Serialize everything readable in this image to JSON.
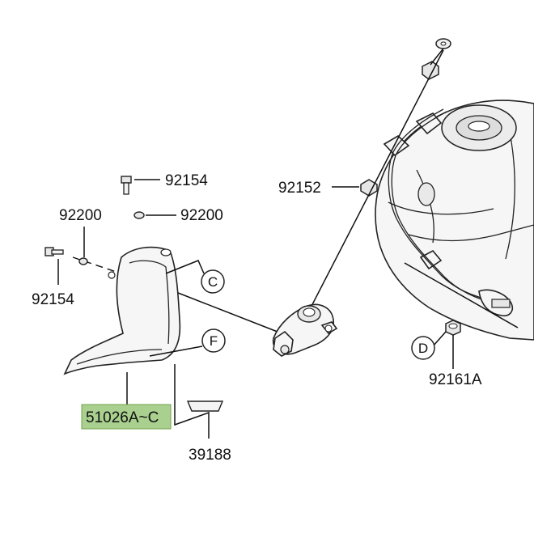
{
  "labels": {
    "p92154_top": "92154",
    "p92200_right": "92200",
    "p92200_left": "92200",
    "p92154_left": "92154",
    "p92152": "92152",
    "p51026": "51026A~C",
    "p39188": "39188",
    "p92161a": "92161A"
  },
  "callouts": {
    "c": "C",
    "f": "F",
    "d": "D"
  },
  "colors": {
    "highlight": "#a9d08e",
    "line": "#111111"
  }
}
